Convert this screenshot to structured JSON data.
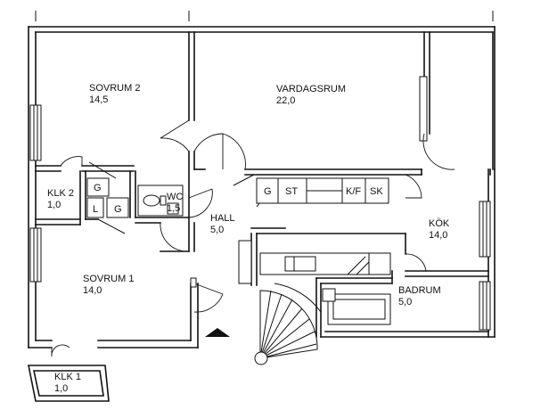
{
  "rooms": {
    "sovrum2": {
      "name": "SOVRUM 2",
      "area": "14,5"
    },
    "vardagsrum": {
      "name": "VARDAGSRUM",
      "area": "22,0"
    },
    "klk2": {
      "name": "KLK 2",
      "area": "1,0"
    },
    "wc": {
      "name": "WC",
      "area": "1,5"
    },
    "hall": {
      "name": "HALL",
      "area": "5,0"
    },
    "kok": {
      "name": "KÖK",
      "area": "14,0"
    },
    "sovrum1": {
      "name": "SOVRUM 1",
      "area": "14,0"
    },
    "badrum": {
      "name": "BADRUM",
      "area": "5,0"
    },
    "klk1": {
      "name": "KLK 1",
      "area": "1,0"
    }
  },
  "fixtures": {
    "closet_g_upper": "G",
    "closet_l": "L",
    "closet_g_lower": "G",
    "kitchen_g": "G",
    "kitchen_st": "ST",
    "kitchen_kf": "K/F",
    "kitchen_sk": "SK"
  }
}
